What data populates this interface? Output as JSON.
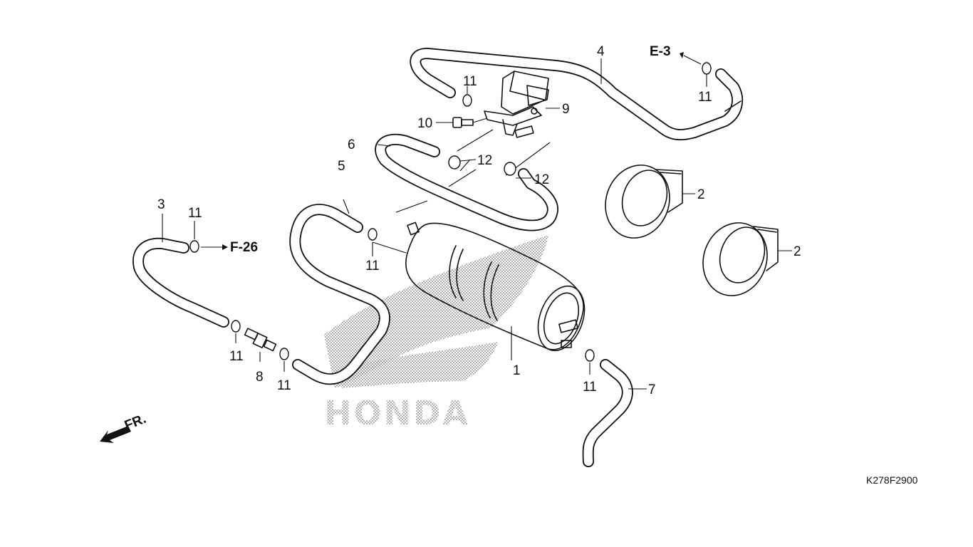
{
  "diagram": {
    "part_labels": {
      "p1": "1",
      "p2a": "2",
      "p2b": "2",
      "p3": "3",
      "p4": "4",
      "p5": "5",
      "p6": "6",
      "p7": "7",
      "p8": "8",
      "p9": "9",
      "p10": "10",
      "p11_top": "11",
      "p11_e3": "11",
      "p11_f26": "11",
      "p11_canister": "11",
      "p11_left_lower": "11",
      "p11_right_lower": "11",
      "p11_tube7": "11",
      "p12_upper": "12",
      "p12_lower": "12"
    },
    "refs": {
      "e3": "E-3",
      "f26": "F-26",
      "front": "FR."
    },
    "watermark": "HONDA",
    "code": "K278F2900"
  }
}
